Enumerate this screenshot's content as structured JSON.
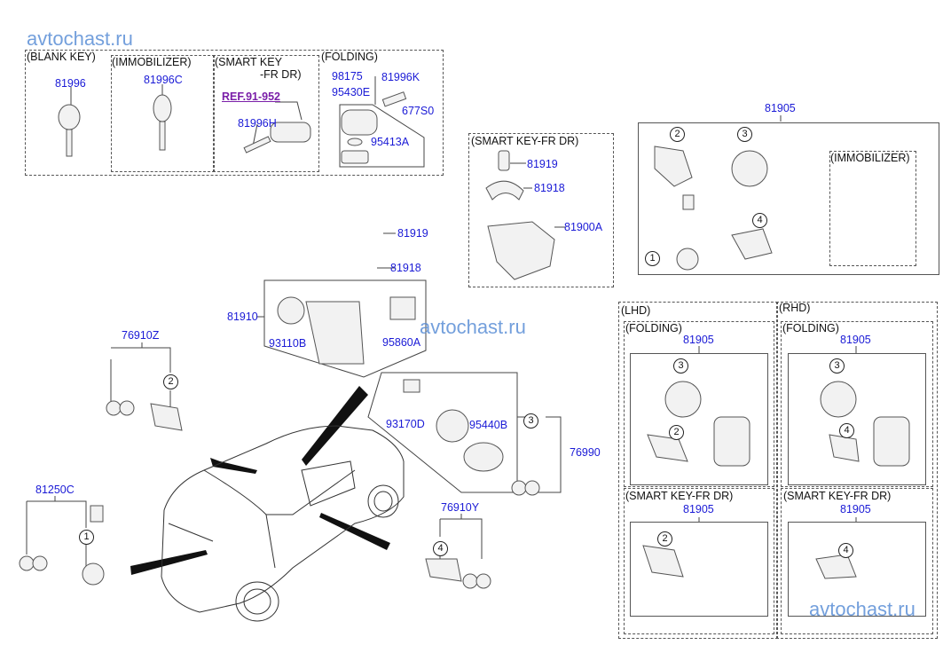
{
  "watermarks": [
    "avtochast.ru",
    "avtochast.ru",
    "avtochast.ru"
  ],
  "top_row": {
    "blank_key": {
      "group": "(BLANK KEY)",
      "part": "81996"
    },
    "immobilizer": {
      "group": "(IMMOBILIZER)",
      "part": "81996C"
    },
    "smart_key": {
      "group_line1": "(SMART KEY",
      "group_line2": "-FR DR)",
      "ref": "REF.91-952",
      "part": "81996H"
    },
    "folding": {
      "group": "(FOLDING)",
      "parts": [
        "98175",
        "81996K",
        "95430E",
        "677S0",
        "95413A"
      ]
    }
  },
  "smart_key_fr_dr": {
    "group": "(SMART KEY-FR DR)",
    "parts": [
      "81919",
      "81918",
      "81900A"
    ]
  },
  "kit_81905": {
    "part": "81905",
    "sub_group": "(IMMOBILIZER)",
    "callouts": [
      "1",
      "2",
      "3",
      "4"
    ]
  },
  "ignition": {
    "parts": [
      "81919",
      "81918",
      "81910",
      "93110B",
      "95860A"
    ]
  },
  "ignition_lock": {
    "parts": [
      "93170D",
      "95440B",
      "76990"
    ],
    "callout": "3"
  },
  "left_keys": {
    "part": "76910Z",
    "callout": "2"
  },
  "trunk_keys": {
    "part": "81250C",
    "callout": "1"
  },
  "right_door": {
    "part": "76910Y",
    "callout": "4"
  },
  "lhd": {
    "group": "(LHD)",
    "folding": {
      "group": "(FOLDING)",
      "part": "81905",
      "callouts": [
        "3",
        "2"
      ]
    },
    "smart": {
      "group": "(SMART KEY-FR DR)",
      "part": "81905",
      "callouts": [
        "2"
      ]
    }
  },
  "rhd": {
    "group": "(RHD)",
    "folding": {
      "group": "(FOLDING)",
      "part": "81905",
      "callouts": [
        "3",
        "4"
      ]
    },
    "smart": {
      "group": "(SMART KEY-FR DR)",
      "part": "81905",
      "callouts": [
        "4"
      ]
    }
  }
}
